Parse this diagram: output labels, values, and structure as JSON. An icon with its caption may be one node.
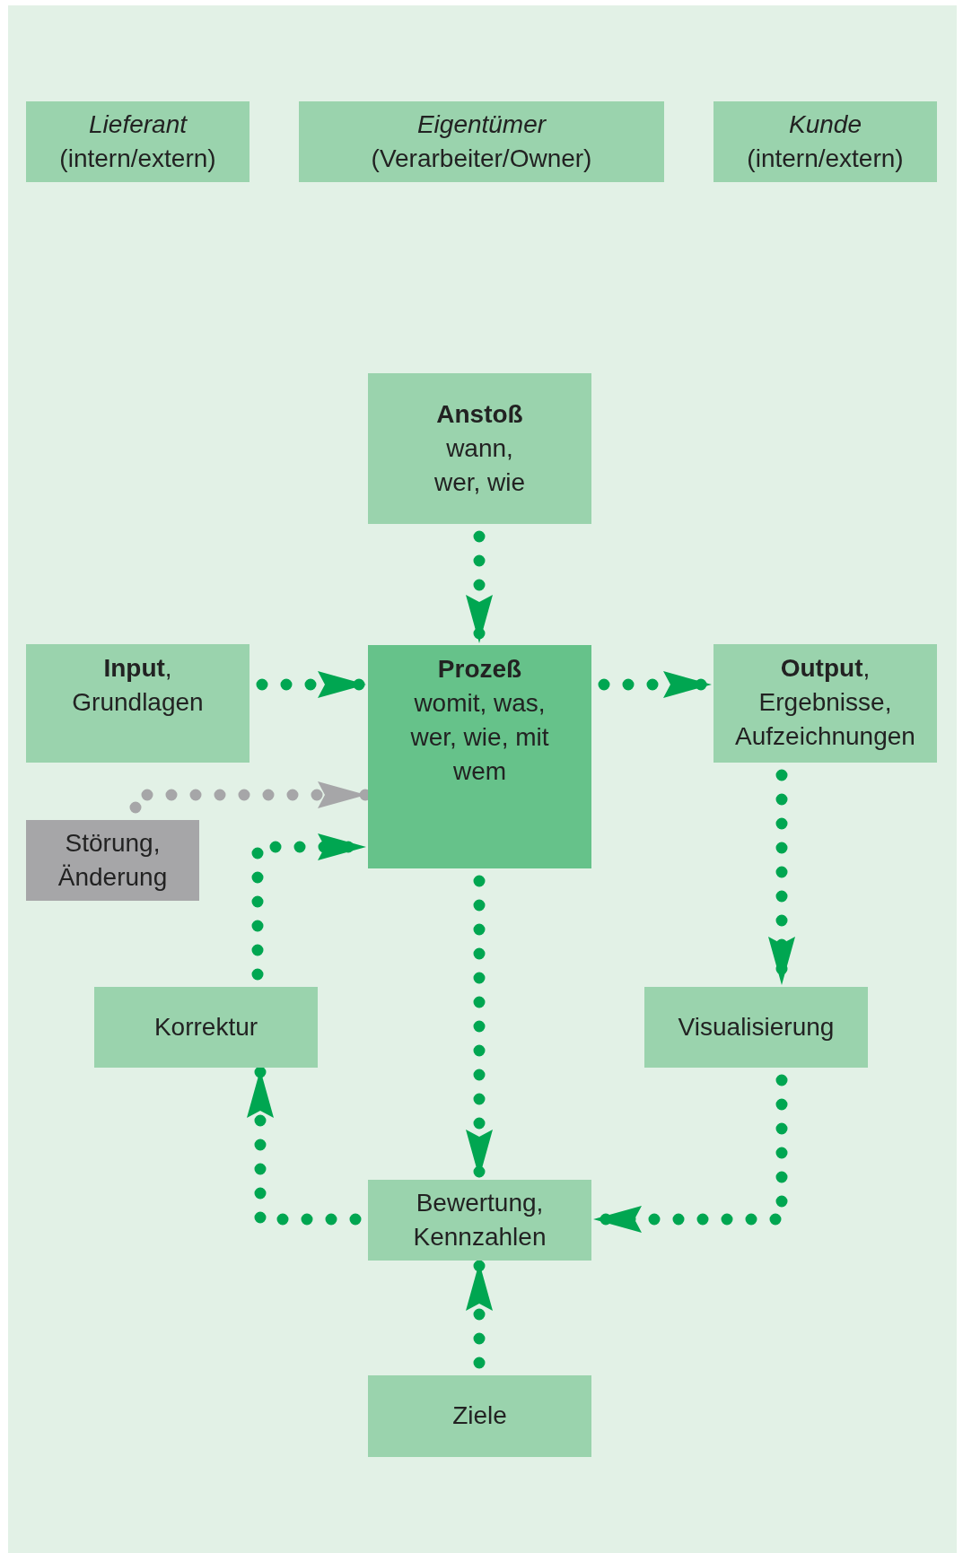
{
  "diagram": {
    "nodes": [
      {
        "text": [
          "Lieferant",
          "(intern/extern)"
        ]
      },
      {
        "text": [
          "Eigentümer",
          "(Verarbeiter/Owner)"
        ]
      },
      {
        "text": [
          "Kunde",
          "(intern/extern)"
        ]
      },
      {
        "text": [
          "Anstoß",
          "wann, wer, wie"
        ]
      },
      {
        "text": [
          "**Input**,",
          "Grundlagen"
        ]
      },
      {
        "text": [
          "Prozeß",
          "womit, was, wer, wie, mit wem"
        ]
      },
      {
        "text": [
          "**Output**,",
          "Ergebnisse, Aufzeichnungen"
        ]
      },
      {
        "text": [
          "Störung, Änderung"
        ]
      },
      {
        "text": [
          "Korrektur"
        ]
      },
      {
        "text": [
          "Visualisierung"
        ]
      },
      {
        "text": [
          "Bewertung, Kennzahlen"
        ]
      },
      {
        "text": [
          "Ziele"
        ]
      }
    ],
    "edges": [
      {
        "from": 3,
        "to": 5,
        "arrow": "to"
      },
      {
        "from": 4,
        "to": 5,
        "arrow": "to"
      },
      {
        "from": 5,
        "to": 6,
        "arrow": "to"
      },
      {
        "from": 7,
        "to": 5,
        "arrow": "to",
        "color": "#a6a6a8"
      },
      {
        "from": 8,
        "to": 5,
        "arrow": "to"
      },
      {
        "from": 6,
        "to": 9,
        "arrow": "to"
      },
      {
        "from": 5,
        "to": 10,
        "arrow": "to"
      },
      {
        "from": 9,
        "to": 10,
        "arrow": "to"
      },
      {
        "from": 10,
        "to": 8,
        "arrow": "to"
      },
      {
        "from": 11,
        "to": 10,
        "arrow": "to"
      }
    ]
  }
}
